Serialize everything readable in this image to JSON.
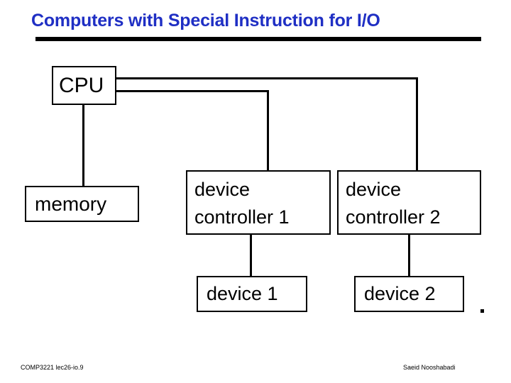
{
  "slide": {
    "title": "Computers with Special Instruction for I/O",
    "title_color": "#1f2fc4",
    "rule_color": "#000000",
    "background": "#ffffff"
  },
  "diagram": {
    "type": "block-diagram",
    "line_color": "#000000",
    "box_fill": "#ffffff",
    "nodes": [
      {
        "id": "cpu",
        "label": "CPU"
      },
      {
        "id": "memory",
        "label": "memory"
      },
      {
        "id": "dc1",
        "label": "device\ncontroller 1"
      },
      {
        "id": "dc2",
        "label": "device\ncontroller 2"
      },
      {
        "id": "dev1",
        "label": "device 1"
      },
      {
        "id": "dev2",
        "label": "device 2"
      }
    ],
    "edges": [
      {
        "from": "cpu",
        "to": "dc2",
        "style": "elbow-right-top"
      },
      {
        "from": "cpu",
        "to": "dc1",
        "style": "elbow-right-mid"
      },
      {
        "from": "cpu",
        "to": "memory",
        "style": "vertical"
      },
      {
        "from": "dc1",
        "to": "dev1",
        "style": "vertical"
      },
      {
        "from": "dc2",
        "to": "dev2",
        "style": "vertical"
      }
    ]
  },
  "footer": {
    "left": "COMP3221 lec26-io.9",
    "right": "Saeid Nooshabadi"
  }
}
